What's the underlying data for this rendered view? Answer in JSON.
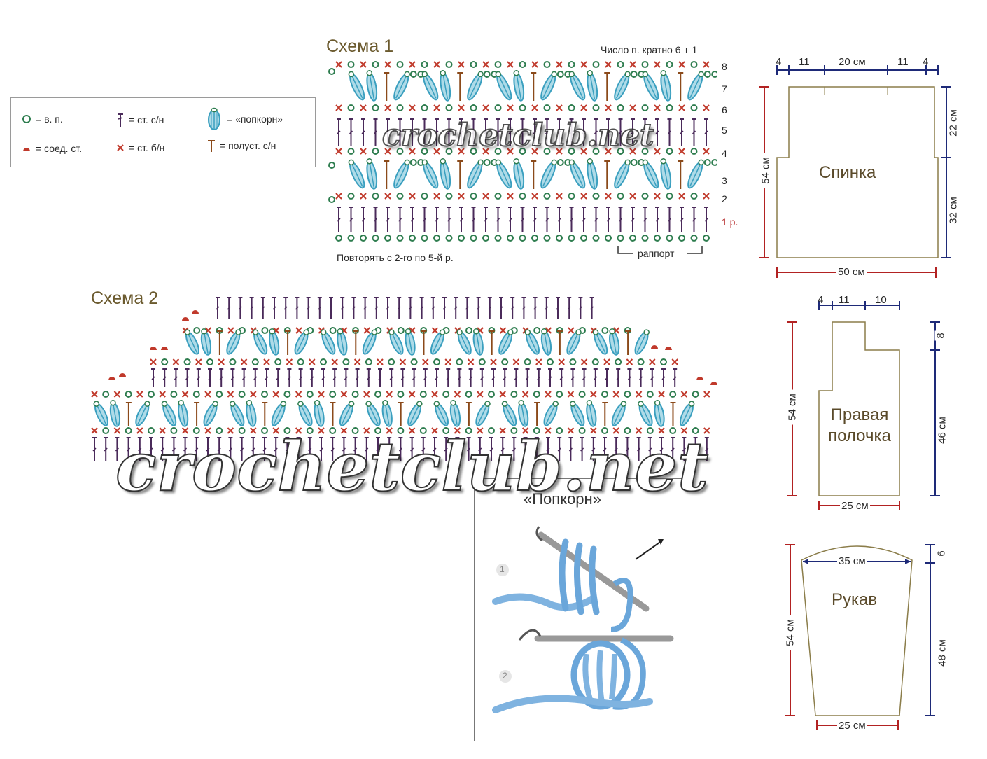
{
  "scheme1": {
    "title": "Схема 1",
    "multiple": "Число п. кратно 6 + 1",
    "rows": [
      "8",
      "7",
      "6",
      "5",
      "4",
      "3",
      "2",
      "1 р."
    ],
    "repeat_note": "Повторять с 2-го по 5-й р.",
    "rapport": "раппорт"
  },
  "scheme2": {
    "title": "Схема 2"
  },
  "legend": {
    "ch": "= в. п.",
    "dc": "= ст. с/н",
    "popcorn": "= «попкорн»",
    "slst": "= соед. ст.",
    "sc": "= ст. б/н",
    "hdc": "= полуст. с/н"
  },
  "back": {
    "label": "Спинка",
    "top_dims": [
      "4",
      "11",
      "20 см",
      "11",
      "4"
    ],
    "height": "54 см",
    "upper": "22 см",
    "lower": "32 см",
    "width": "50 см"
  },
  "front": {
    "label_line1": "Правая",
    "label_line2": "полочка",
    "top_dims": [
      "4",
      "11",
      "10"
    ],
    "height": "54 см",
    "neck": "8",
    "lower": "46 см",
    "width": "25 см"
  },
  "sleeve": {
    "label": "Рукав",
    "top_width": "35 см",
    "cap": "6",
    "height": "54 см",
    "lower": "48 см",
    "bottom_width": "25 см"
  },
  "popcorn_box": {
    "title": "«Попкорн»",
    "steps": [
      "1",
      "2"
    ]
  },
  "watermarks": [
    "crochetclub.net",
    "crochetclub.net"
  ],
  "colors": {
    "teal": "#3a9fbf",
    "green": "#2e7d4f",
    "red": "#c0392b",
    "purple": "#4a2a5a",
    "navy": "#1e2a78",
    "brown": "#8b4a1a"
  }
}
